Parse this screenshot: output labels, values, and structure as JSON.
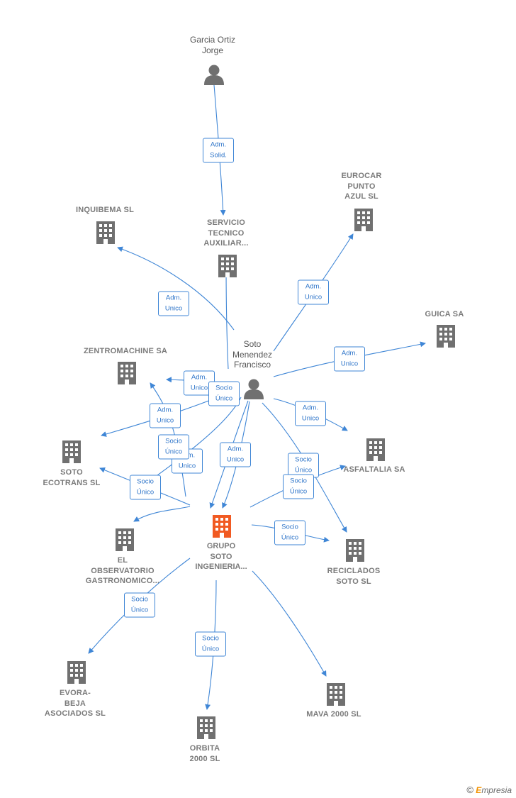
{
  "nodes": [
    {
      "id": "garcia",
      "type": "person",
      "label": "Garcia Ortiz\nJorge"
    },
    {
      "id": "soto_mf",
      "type": "person",
      "label": "Soto\nMenendez\nFrancisco"
    },
    {
      "id": "grupo",
      "type": "focus",
      "label": "GRUPO\nSOTO\nINGENIERIA..."
    },
    {
      "id": "servicio",
      "type": "company",
      "label": "SERVICIO\nTECNICO\nAUXILIAR..."
    },
    {
      "id": "inquibema",
      "type": "company",
      "label": "INQUIBEMA SL"
    },
    {
      "id": "eurocar",
      "type": "company",
      "label": "EUROCAR\nPUNTO\nAZUL SL"
    },
    {
      "id": "guica",
      "type": "company",
      "label": "GUICA SA"
    },
    {
      "id": "zentro",
      "type": "company",
      "label": "ZENTROMACHINE SA"
    },
    {
      "id": "ecotrans",
      "type": "company",
      "label": "SOTO\nECOTRANS  SL"
    },
    {
      "id": "asfaltalia",
      "type": "company",
      "label": "ASFALTALIA SA"
    },
    {
      "id": "observatorio",
      "type": "company",
      "label": "EL\nOBSERVATORIO\nGASTRONOMICO..."
    },
    {
      "id": "reciclados",
      "type": "company",
      "label": "RECICLADOS\nSOTO  SL"
    },
    {
      "id": "evora",
      "type": "company",
      "label": "EVORA-\nBEJA\nASOCIADOS SL"
    },
    {
      "id": "orbita",
      "type": "company",
      "label": "ORBITA\n2000 SL"
    },
    {
      "id": "mava",
      "type": "company",
      "label": "MAVA 2000 SL"
    }
  ],
  "edges": [
    {
      "id": "e1",
      "label": "Adm.\nSolid."
    },
    {
      "id": "e2",
      "label": "Adm.\nUnico"
    },
    {
      "id": "e3",
      "label": "Adm.\nUnico"
    },
    {
      "id": "e4",
      "label": "Adm.\nUnico"
    },
    {
      "id": "e5",
      "label": "Adm.\nUnico"
    },
    {
      "id": "e6",
      "label": "Adm.\nUnico"
    },
    {
      "id": "e7",
      "label": "Socio\nÚnico"
    },
    {
      "id": "e8",
      "label": "Adm.\nUnico"
    },
    {
      "id": "e9",
      "label": "Adm.\nUnico"
    },
    {
      "id": "e10",
      "label": "Adm.\nUnico"
    },
    {
      "id": "e11",
      "label": "Adm.\nUnico"
    },
    {
      "id": "e12",
      "label": "Adm.\nUnico"
    },
    {
      "id": "e13",
      "label": "Socio\nÚnico"
    },
    {
      "id": "e14",
      "label": "Socio\nÚnico"
    },
    {
      "id": "e15",
      "label": "Socio\nÚnico"
    },
    {
      "id": "e16",
      "label": "Socio\nÚnico"
    },
    {
      "id": "e17",
      "label": "Socio\nÚnico"
    },
    {
      "id": "e18",
      "label": "Socio\nÚnico"
    },
    {
      "id": "e19",
      "label": "Socio\nÚnico"
    },
    {
      "id": "e20",
      "label": "Socio\nÚnico"
    }
  ],
  "colors": {
    "edge": "#3f86d6",
    "building": "#707070",
    "focus": "#f15a22",
    "person": "#707070"
  },
  "logo": {
    "copyright": "©",
    "brand_first": "E",
    "brand_rest": "mpresia"
  }
}
